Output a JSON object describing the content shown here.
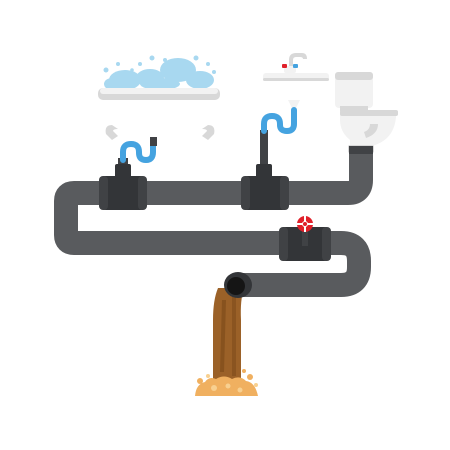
{
  "scene": {
    "background_color": "#ffffff",
    "pipe_color": "#595b5e",
    "pipe_dark_color": "#404245",
    "coupling_color": "#333538",
    "hose_color": "#45a3e0",
    "fixture_white": "#f2f2f2",
    "fixture_shade": "#d8d8d8",
    "bubble_color": "#a8d8f0",
    "valve_handle_color": "#e0202a",
    "sewage_color": "#9b6128",
    "sewage_dark_color": "#7a4718",
    "splash_color": "#f0b060",
    "splash_light_color": "#f8d090"
  },
  "objects": [
    {
      "name": "bathtub",
      "icon": "bathtub-with-foam"
    },
    {
      "name": "sink",
      "icon": "washbasin-with-faucet"
    },
    {
      "name": "toilet",
      "icon": "toilet"
    },
    {
      "name": "sewer-pipe",
      "icon": "serpentine-pipe"
    },
    {
      "name": "shutoff-valve",
      "icon": "red-valve-handle"
    },
    {
      "name": "sewage-outflow",
      "icon": "brown-sewage-stream"
    }
  ]
}
